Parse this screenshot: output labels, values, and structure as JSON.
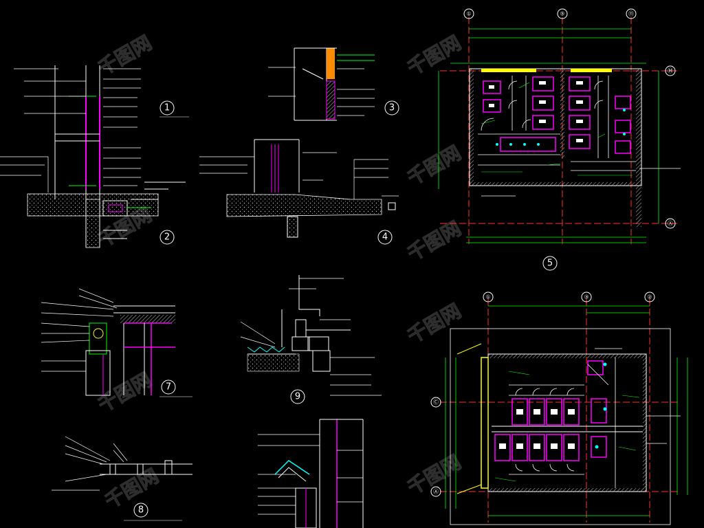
{
  "drawing": {
    "background": "#000000",
    "colors": {
      "line": "#ffffff",
      "accent": "#ff00ff",
      "dim": "#00ff00",
      "axis": "#ff3030",
      "hatch": "#c0c0c0",
      "fill_orange": "#ff8c00",
      "fill_yellow": "#ffff00",
      "cyan": "#00ffff"
    }
  },
  "details": [
    {
      "id": "1",
      "marker": "1"
    },
    {
      "id": "2",
      "marker": "2"
    },
    {
      "id": "3",
      "marker": "3"
    },
    {
      "id": "4",
      "marker": "4"
    },
    {
      "id": "5",
      "marker": "5"
    },
    {
      "id": "7",
      "marker": "7"
    },
    {
      "id": "8",
      "marker": "8"
    },
    {
      "id": "9",
      "marker": "9"
    }
  ],
  "plans": {
    "upper": {
      "axes_top": [
        "①",
        "⑤",
        "⑪"
      ],
      "axes_right": [
        "Ⓜ",
        "Ⓐ"
      ]
    },
    "lower": {
      "axes_top": [
        "①",
        "③",
        "②"
      ],
      "axes_left": [
        "Ⓒ",
        "Ⓐ"
      ]
    }
  },
  "watermark": "千图网"
}
